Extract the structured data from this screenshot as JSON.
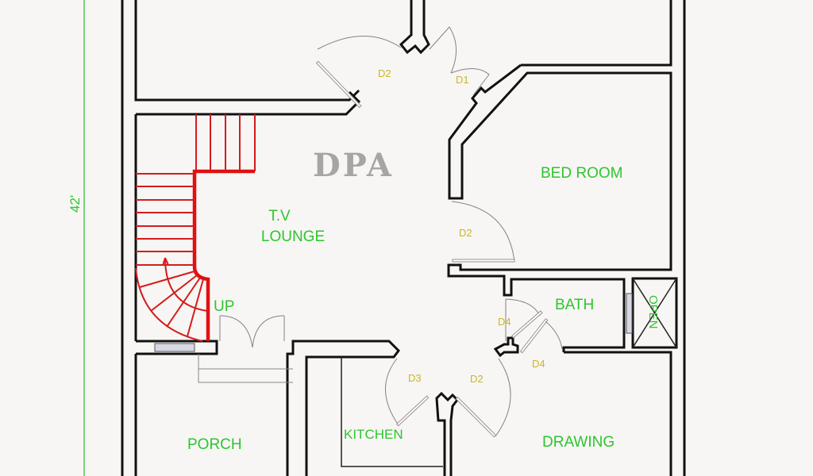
{
  "plan": {
    "brand": "DPA",
    "dimension": "42'",
    "colors": {
      "wall": "#111111",
      "stair": "#d41c1c",
      "room_label": "#2ec52e",
      "door_label": "#c9b629",
      "brand": "#a8a4a2",
      "background": "#f7f6f4"
    },
    "rooms": {
      "bedroom": "BED ROOM",
      "tv_lounge_line1": "T.V",
      "tv_lounge_line2": "LOUNGE",
      "bath": "BATH",
      "open": "OPEN",
      "porch": "PORCH",
      "kitchen": "KITCHEN",
      "drawing": "DRAWING",
      "stairs_up": "UP"
    },
    "doors": {
      "top_lounge": "D2",
      "top_small": "D1",
      "bedroom": "D2",
      "bath_upper": "D4",
      "bath_lower": "D4",
      "kitchen": "D3",
      "drawing": "D2"
    }
  }
}
